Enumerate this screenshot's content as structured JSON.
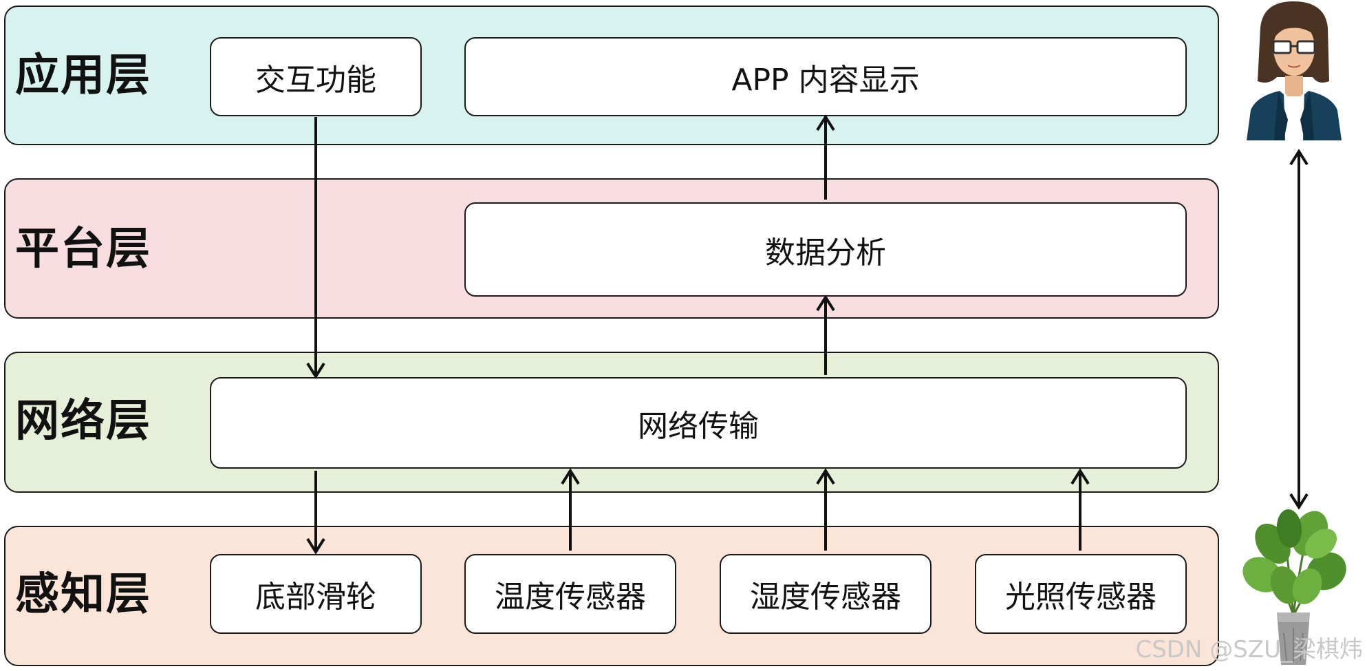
{
  "layers": {
    "application": {
      "label": "应用层",
      "color": "#d7f2ef",
      "boxes": {
        "interaction": "交互功能",
        "app_display": "APP 内容显示"
      }
    },
    "platform": {
      "label": "平台层",
      "color": "#f8dde1",
      "boxes": {
        "data_analysis": "数据分析"
      }
    },
    "network": {
      "label": "网络层",
      "color": "#e6efd8",
      "boxes": {
        "network_transmission": "网络传输"
      }
    },
    "perception": {
      "label": "感知层",
      "color": "#fbe5d8",
      "boxes": {
        "bottom_pulley": "底部滑轮",
        "temperature_sensor": "温度传感器",
        "humidity_sensor": "湿度传感器",
        "light_sensor": "光照传感器"
      }
    }
  },
  "icons": {
    "user": "person-icon",
    "plant": "potted-plant-icon"
  },
  "watermark": "CSDN @SZU_梁棋炜",
  "colors": {
    "border": "#1a1a1a",
    "arrow": "#111111",
    "watermark": "#c8c8c8"
  }
}
